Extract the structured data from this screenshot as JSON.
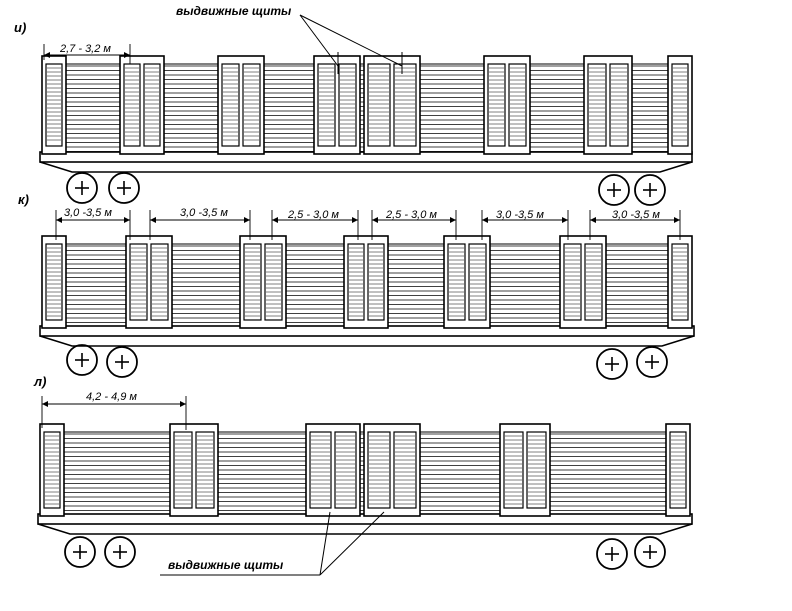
{
  "annotations": {
    "top_label": "выдвижные щиты",
    "bottom_label": "выдвижные щиты"
  },
  "sections": [
    {
      "id": "i",
      "label": "и)",
      "dimensions": [
        "2,7 - 3,2 м"
      ]
    },
    {
      "id": "k",
      "label": "к)",
      "dimensions": [
        "3,0 -3,5 м",
        "3,0 -3,5 м",
        "2,5 - 3,0 м",
        "2,5 - 3,0 м",
        "3,0 -3,5 м",
        "3,0 -3,5 м"
      ]
    },
    {
      "id": "l",
      "label": "л)",
      "dimensions": [
        "4,2 - 4,9 м"
      ]
    }
  ]
}
